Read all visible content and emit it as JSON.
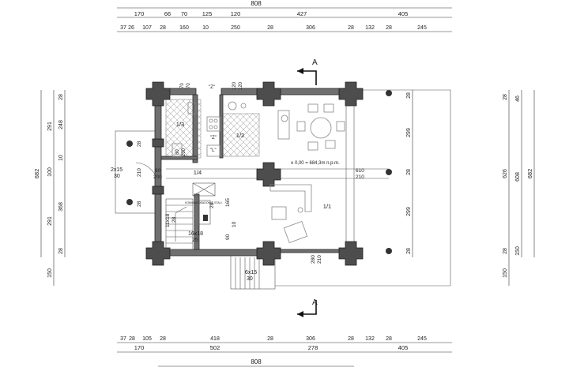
{
  "dims_top": {
    "overall": "808",
    "row1": [
      "170",
      "66",
      "70",
      "125",
      "120",
      "427",
      "405"
    ],
    "row2": [
      "37",
      "26",
      "107",
      "28",
      "160",
      "10",
      "250",
      "28",
      "306",
      "28",
      "132",
      "28",
      "245"
    ]
  },
  "dims_bottom": {
    "row1": [
      "37",
      "28",
      "105",
      "28",
      "418",
      "28",
      "306",
      "28",
      "132",
      "28",
      "245"
    ],
    "row2": [
      "170",
      "502",
      "278",
      "405"
    ],
    "overall": "808"
  },
  "dims_left": {
    "overall": "682",
    "row1": [
      "291",
      "100",
      "291",
      "150"
    ],
    "row2": [
      "28",
      "248",
      "10",
      "368",
      "28"
    ]
  },
  "dims_right": {
    "row_inner": [
      "28",
      "299",
      "28",
      "299",
      "28"
    ],
    "row2": [
      "28",
      "46",
      "608",
      "28",
      "150"
    ],
    "row3": [
      "626",
      "682"
    ],
    "col3_bottom": "150"
  },
  "section_marker": {
    "label": "A"
  },
  "rooms": {
    "r13": "1/3",
    "r12": "1/2",
    "r14": "1/4",
    "r11": "1/1"
  },
  "elevation_note": "± 0,00 = 684,3m n.p.m.",
  "interior_dims": {
    "d70a": "70",
    "d70b": "70",
    "d120a": "120",
    "d120b": "120",
    "z_mark_top": "\"Z\"",
    "z_mark_mid": "\"Z\"",
    "l_mark": "\"L\"",
    "d80": "80",
    "d200a": "200",
    "d90a": "90",
    "d200b": "200",
    "d610": "610",
    "d210a": "210",
    "d165": "165",
    "d90b": "90",
    "d10": "10",
    "d280": "280",
    "d210b": "210",
    "d28a": "28",
    "d28b": "28",
    "d28c": "28",
    "d210c": "210"
  },
  "stairs": {
    "left_steps": "2x15",
    "left_tread": "30",
    "inner_steps": "16x18",
    "inner_tread": "25",
    "front_steps": "6x15",
    "front_tread": "30",
    "side_label": "11x18",
    "side_tread": "28",
    "box_note": "KOMIN W OBUDOWIE STALI"
  }
}
